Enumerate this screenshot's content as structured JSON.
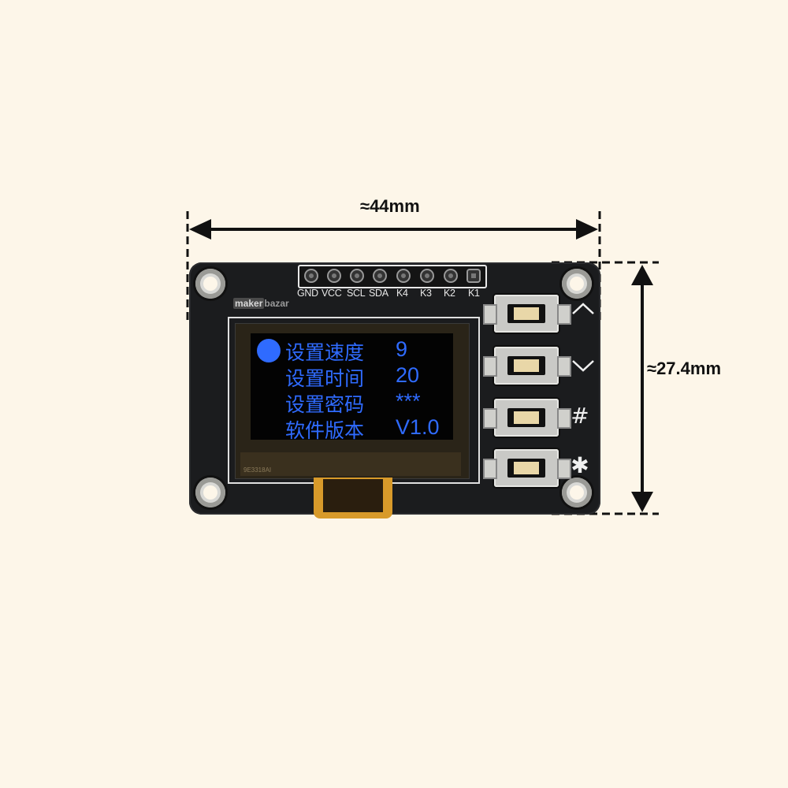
{
  "dimensions": {
    "width_label": "≈44mm",
    "height_label": "≈27.4mm"
  },
  "header_pins": [
    "GND",
    "VCC",
    "SCL",
    "SDA",
    "K4",
    "K3",
    "K2",
    "K1"
  ],
  "brand": {
    "prefix": "maker",
    "suffix": "bazar"
  },
  "oled": {
    "rows": [
      {
        "label": "设置速度",
        "value": "9"
      },
      {
        "label": "设置时间",
        "value": "20"
      },
      {
        "label": "设置密码",
        "value": "***"
      },
      {
        "label": "软件版本",
        "value": "V1.0"
      }
    ],
    "text_color": "#2f6bff",
    "chip_code": "9E3318AI"
  },
  "buttons": [
    {
      "name": "up",
      "symbol": "︿"
    },
    {
      "name": "down",
      "symbol": "﹀"
    },
    {
      "name": "hash",
      "symbol": "#"
    },
    {
      "name": "star",
      "symbol": "✱"
    }
  ],
  "colors": {
    "background": "#fdf6e9",
    "board": "#1b1c1e",
    "flex_cable": "#d89a2a"
  }
}
